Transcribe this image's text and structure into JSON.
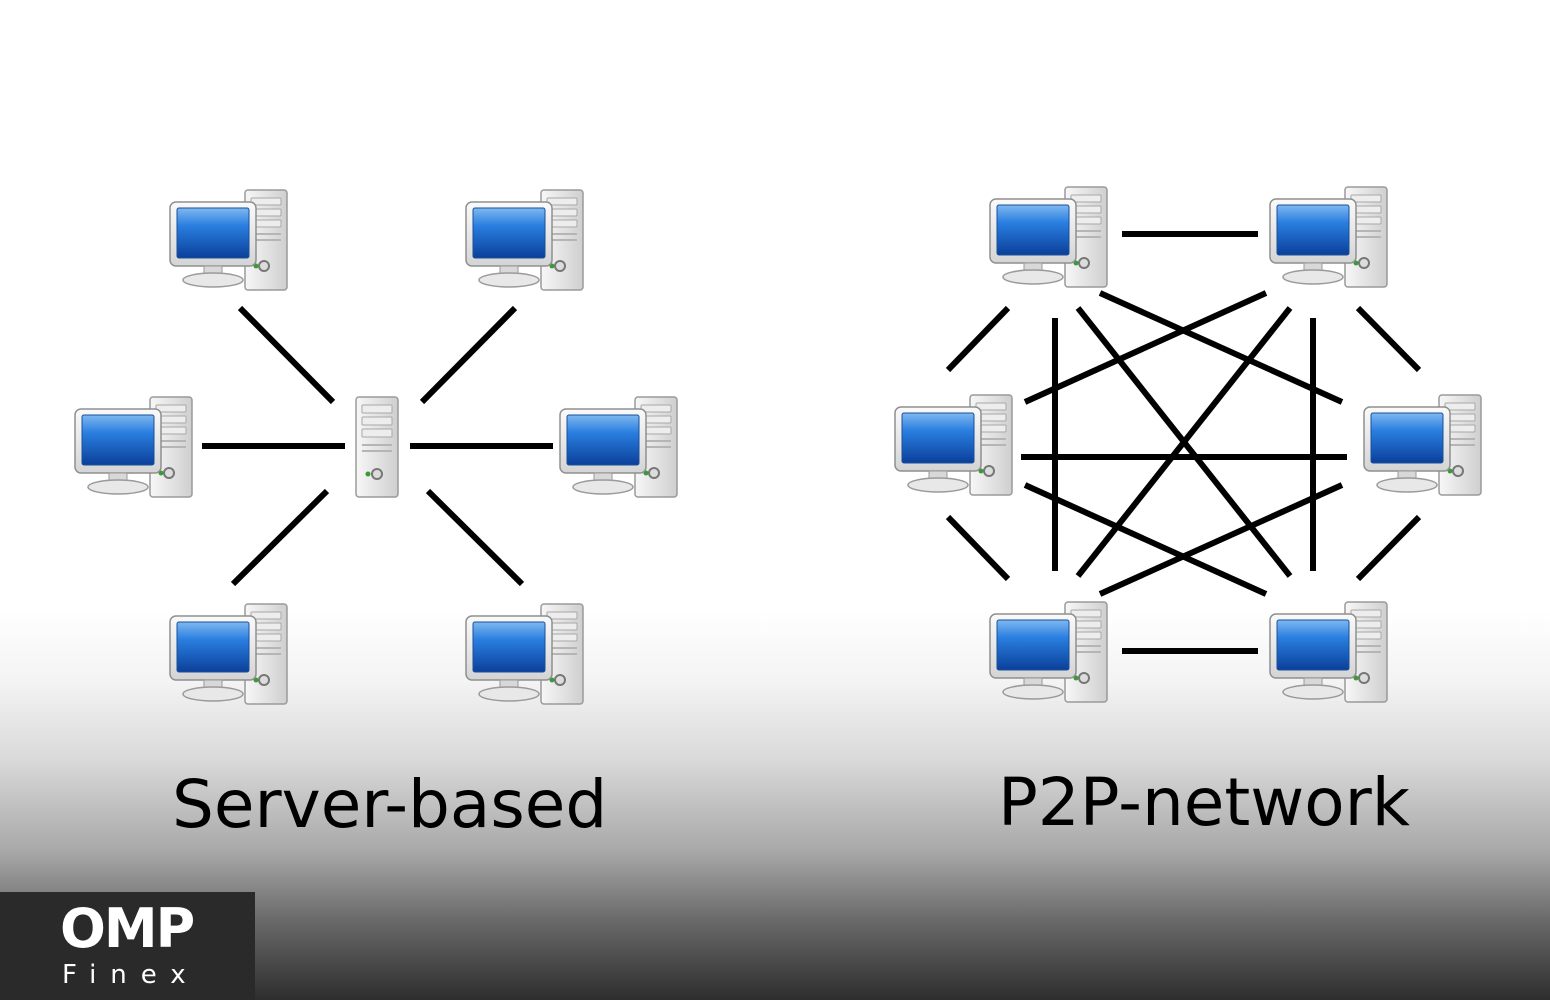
{
  "diagrams": {
    "left": {
      "caption": "Server-based",
      "hub": "server-tower-icon",
      "nodes": [
        "computer-icon",
        "computer-icon",
        "computer-icon",
        "computer-icon",
        "computer-icon",
        "computer-icon"
      ]
    },
    "right": {
      "caption": "P2P-network",
      "nodes": [
        "computer-icon",
        "computer-icon",
        "computer-icon",
        "computer-icon",
        "computer-icon",
        "computer-icon"
      ]
    }
  },
  "logo": {
    "main": "OMP",
    "sub": "Finex"
  },
  "colors": {
    "screen": "#1f6fd1",
    "case": "#e6e6e6",
    "line": "#000000"
  }
}
